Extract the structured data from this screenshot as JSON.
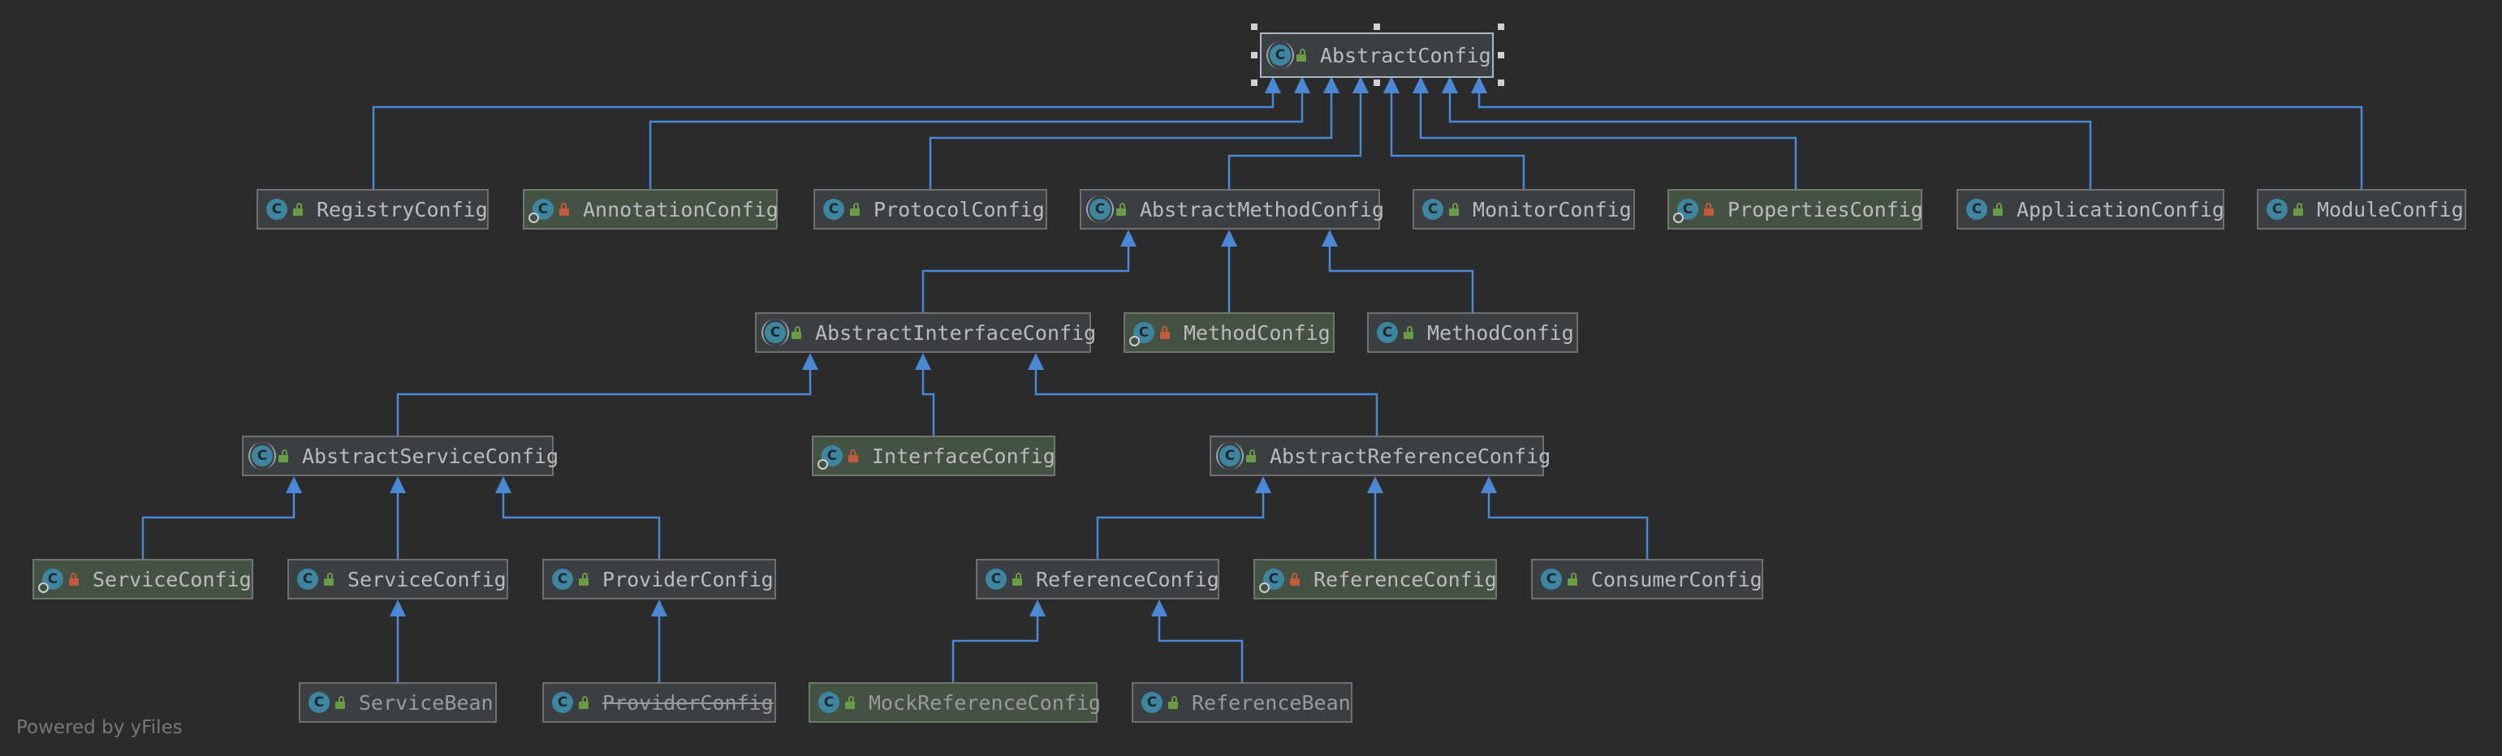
{
  "diagram": {
    "nodes": {
      "abstract_config": {
        "label": "AbstractConfig",
        "kind": "abstract",
        "access": "public"
      },
      "registry_config": {
        "label": "RegistryConfig",
        "kind": "class",
        "access": "public"
      },
      "annotation_config": {
        "label": "AnnotationConfig",
        "kind": "class",
        "access": "private"
      },
      "protocol_config": {
        "label": "ProtocolConfig",
        "kind": "class",
        "access": "public"
      },
      "abstract_method_config": {
        "label": "AbstractMethodConfig",
        "kind": "abstract",
        "access": "public"
      },
      "monitor_config": {
        "label": "MonitorConfig",
        "kind": "class",
        "access": "public"
      },
      "properties_config": {
        "label": "PropertiesConfig",
        "kind": "class",
        "access": "private"
      },
      "application_config": {
        "label": "ApplicationConfig",
        "kind": "class",
        "access": "public"
      },
      "module_config": {
        "label": "ModuleConfig",
        "kind": "class",
        "access": "public"
      },
      "abstract_interface_config": {
        "label": "AbstractInterfaceConfig",
        "kind": "abstract",
        "access": "public"
      },
      "method_config_private": {
        "label": "MethodConfig",
        "kind": "class",
        "access": "private"
      },
      "method_config": {
        "label": "MethodConfig",
        "kind": "class",
        "access": "public"
      },
      "abstract_service_config": {
        "label": "AbstractServiceConfig",
        "kind": "abstract",
        "access": "public"
      },
      "interface_config": {
        "label": "InterfaceConfig",
        "kind": "class",
        "access": "private"
      },
      "abstract_reference_config": {
        "label": "AbstractReferenceConfig",
        "kind": "abstract",
        "access": "public"
      },
      "service_config_private": {
        "label": "ServiceConfig",
        "kind": "class",
        "access": "private"
      },
      "service_config": {
        "label": "ServiceConfig",
        "kind": "class",
        "access": "public"
      },
      "provider_config": {
        "label": "ProviderConfig",
        "kind": "class",
        "access": "public"
      },
      "reference_config": {
        "label": "ReferenceConfig",
        "kind": "class",
        "access": "public"
      },
      "reference_config_private": {
        "label": "ReferenceConfig",
        "kind": "class",
        "access": "private"
      },
      "consumer_config": {
        "label": "ConsumerConfig",
        "kind": "class",
        "access": "public"
      },
      "service_bean": {
        "label": "ServiceBean",
        "kind": "class",
        "access": "public"
      },
      "provider_config_deprecated": {
        "label": "ProviderConfig",
        "kind": "class",
        "access": "public",
        "deprecated": true
      },
      "mock_reference_config": {
        "label": "MockReferenceConfig",
        "kind": "class",
        "access": "public"
      },
      "reference_bean": {
        "label": "ReferenceBean",
        "kind": "class",
        "access": "public"
      }
    },
    "edges": [
      {
        "from": "registry_config",
        "to": "abstract_config"
      },
      {
        "from": "annotation_config",
        "to": "abstract_config"
      },
      {
        "from": "protocol_config",
        "to": "abstract_config"
      },
      {
        "from": "abstract_method_config",
        "to": "abstract_config"
      },
      {
        "from": "monitor_config",
        "to": "abstract_config"
      },
      {
        "from": "properties_config",
        "to": "abstract_config"
      },
      {
        "from": "application_config",
        "to": "abstract_config"
      },
      {
        "from": "module_config",
        "to": "abstract_config"
      },
      {
        "from": "abstract_interface_config",
        "to": "abstract_method_config"
      },
      {
        "from": "method_config_private",
        "to": "abstract_method_config"
      },
      {
        "from": "method_config",
        "to": "abstract_method_config"
      },
      {
        "from": "abstract_service_config",
        "to": "abstract_interface_config"
      },
      {
        "from": "interface_config",
        "to": "abstract_interface_config"
      },
      {
        "from": "abstract_reference_config",
        "to": "abstract_interface_config"
      },
      {
        "from": "service_config_private",
        "to": "abstract_service_config"
      },
      {
        "from": "service_config",
        "to": "abstract_service_config"
      },
      {
        "from": "provider_config",
        "to": "abstract_service_config"
      },
      {
        "from": "reference_config",
        "to": "abstract_reference_config"
      },
      {
        "from": "reference_config_private",
        "to": "abstract_reference_config"
      },
      {
        "from": "consumer_config",
        "to": "abstract_reference_config"
      },
      {
        "from": "service_bean",
        "to": "service_config"
      },
      {
        "from": "provider_config_deprecated",
        "to": "provider_config"
      },
      {
        "from": "mock_reference_config",
        "to": "reference_config"
      },
      {
        "from": "reference_bean",
        "to": "reference_config"
      }
    ],
    "colors": {
      "background": "#2b2b2b",
      "edge": "#4a88d6",
      "node_fill": "#3c3f41",
      "node_fill_highlight": "#445243",
      "node_border": "#6f6f6f",
      "class_icon": "#3e86a0",
      "public_lock": "#6a9b45",
      "private_lock": "#c45a3a",
      "text": "#bbbbbb"
    },
    "footer": "Powered by yFiles"
  }
}
